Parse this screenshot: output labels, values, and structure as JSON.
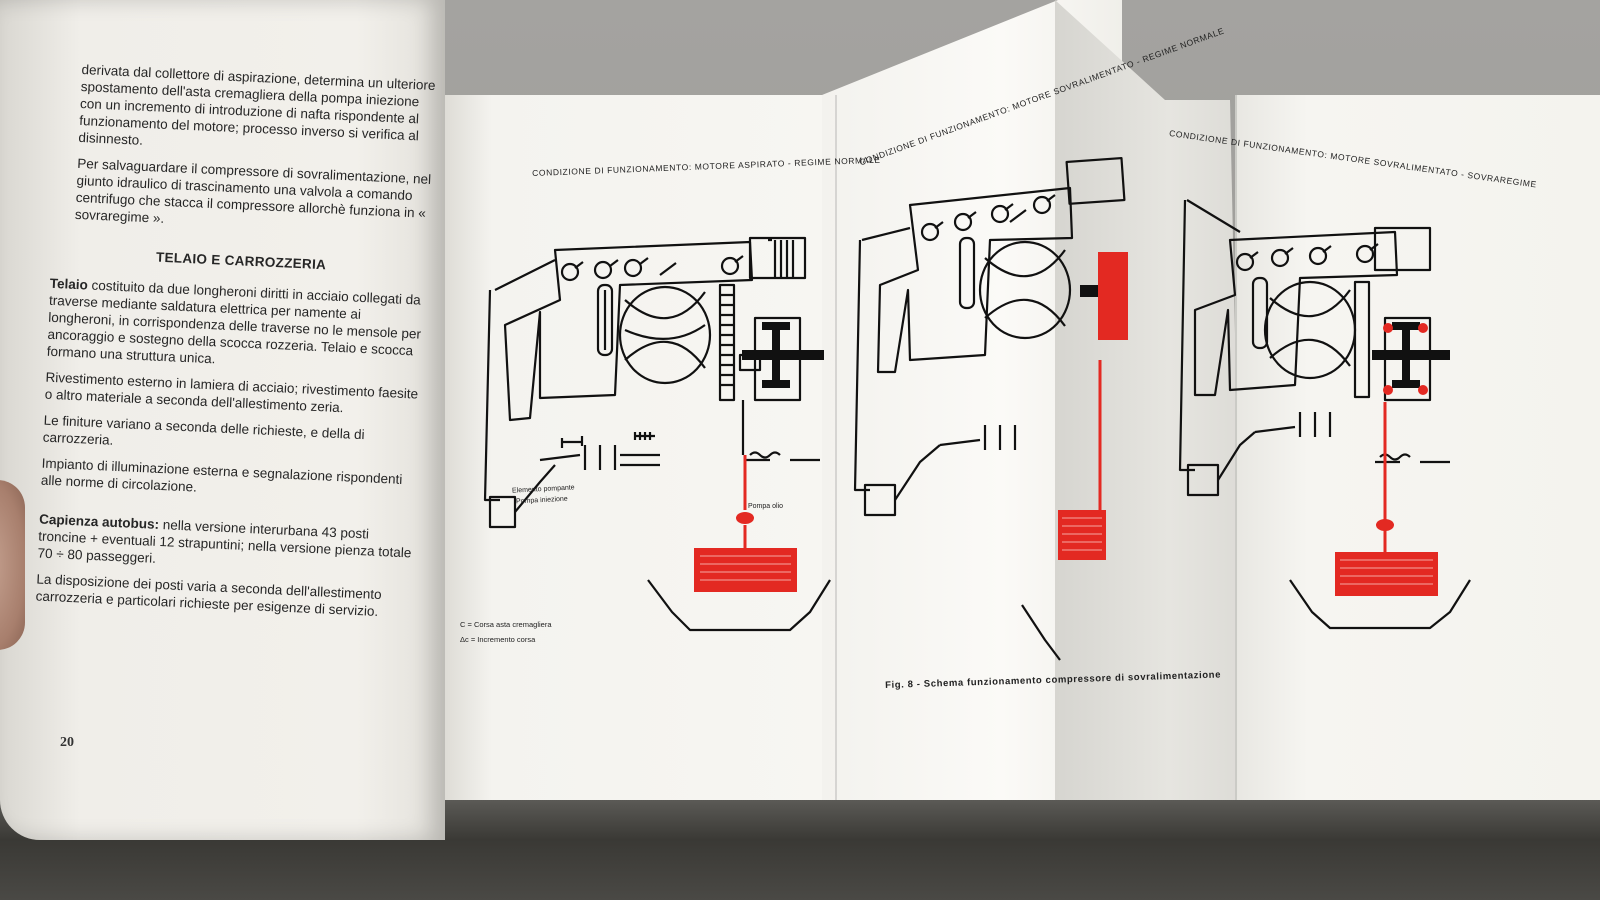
{
  "left_page": {
    "p1": "derivata dal collettore di aspirazione, determina un ulteriore spostamento dell'asta cremagliera della pompa iniezione con un incremento di introduzione di nafta rispondente al funzionamento del motore; processo inverso si verifica al disinnesto.",
    "p2": "Per salvaguardare il compressore di sovralimentazione, nel giunto idraulico di trascinamento una valvola a comando centrifugo che stacca il compressore allorchè funziona in « sovraregime ».",
    "heading": "TELAIO E CARROZZERIA",
    "p3_bold": "Telaio",
    "p3": " costituito da due longheroni diritti in acciaio collegati da traverse mediante saldatura elettrica per namente ai longheroni, in corrispondenza delle traverse no le mensole per ancoraggio e sostegno della scocca rozzeria. Telaio e scocca formano una struttura unica.",
    "p4": "Rivestimento esterno in lamiera di acciaio; rivestimento faesite o altro materiale a seconda dell'allestimento zeria.",
    "p5": "Le finiture variano a seconda delle richieste, e della di carrozzeria.",
    "p6": "Impianto di illuminazione esterna e segnalazione rispondenti alle norme di circolazione.",
    "p7_bold": "Capienza autobus:",
    "p7": " nella versione interurbana 43 posti troncine + eventuali 12 strapuntini; nella versione pienza totale 70 ÷ 80 passeggeri.",
    "p8": "La disposizione dei posti varia a seconda dell'allestimento carrozzeria e particolari richieste per esigenze di servizio.",
    "page_number": "20"
  },
  "diagram": {
    "caption_1": "CONDIZIONE DI FUNZIONAMENTO: MOTORE ASPIRATO - REGIME NORMALE",
    "caption_2": "CONDIZIONE DI FUNZIONAMENTO: MOTORE SOVRALIMENTATO - REGIME NORMALE",
    "caption_3": "CONDIZIONE DI FUNZIONAMENTO: MOTORE SOVRALIMENTATO - SOVRAREGIME",
    "label_elemento": "Elemento pompante",
    "label_pompa_iniezione": "Pompa iniezione",
    "label_pompa_olio": "Pompa olio",
    "legend_c": "C = Corsa asta cremagliera",
    "legend_dc": "Δc = Incremento corsa",
    "figure_caption": "Fig. 8 - Schema funzionamento compressore di sovralimentazione",
    "colors": {
      "accent_red": "#e32922",
      "ink": "#111111",
      "paper": "#f6f5f1"
    }
  }
}
